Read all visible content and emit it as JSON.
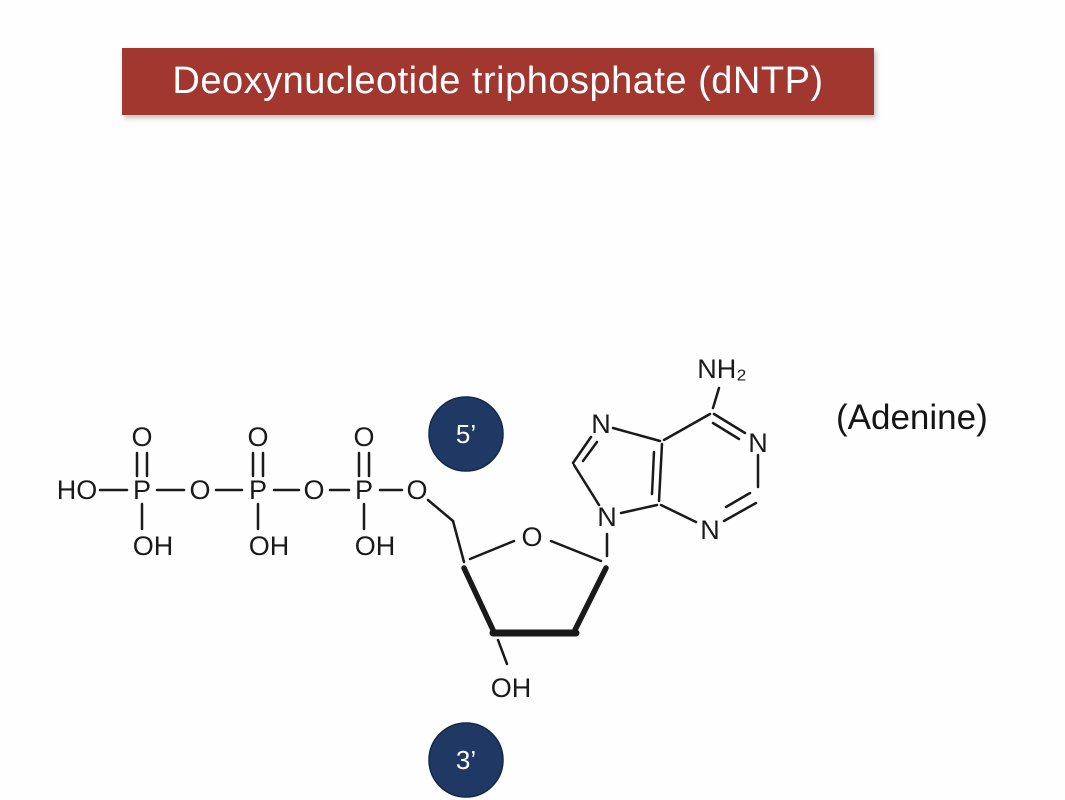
{
  "slide": {
    "title": "Deoxynucleotide triphosphate (dNTP)",
    "annotation": "(Adenine)"
  },
  "markers": {
    "five_prime": "5’",
    "three_prime": "3’"
  },
  "atoms": {
    "ho": "HO",
    "p": "P",
    "o": "O",
    "oh": "OH",
    "n": "N",
    "nh2": "NH₂"
  },
  "colors": {
    "banner_background": "#A2372F",
    "banner_text": "#FFFFFF",
    "marker_circle": "#1F3864",
    "marker_text": "#FFFFFF",
    "bond_color": "#1A1A1A",
    "page_background": "#FFFFFF"
  }
}
